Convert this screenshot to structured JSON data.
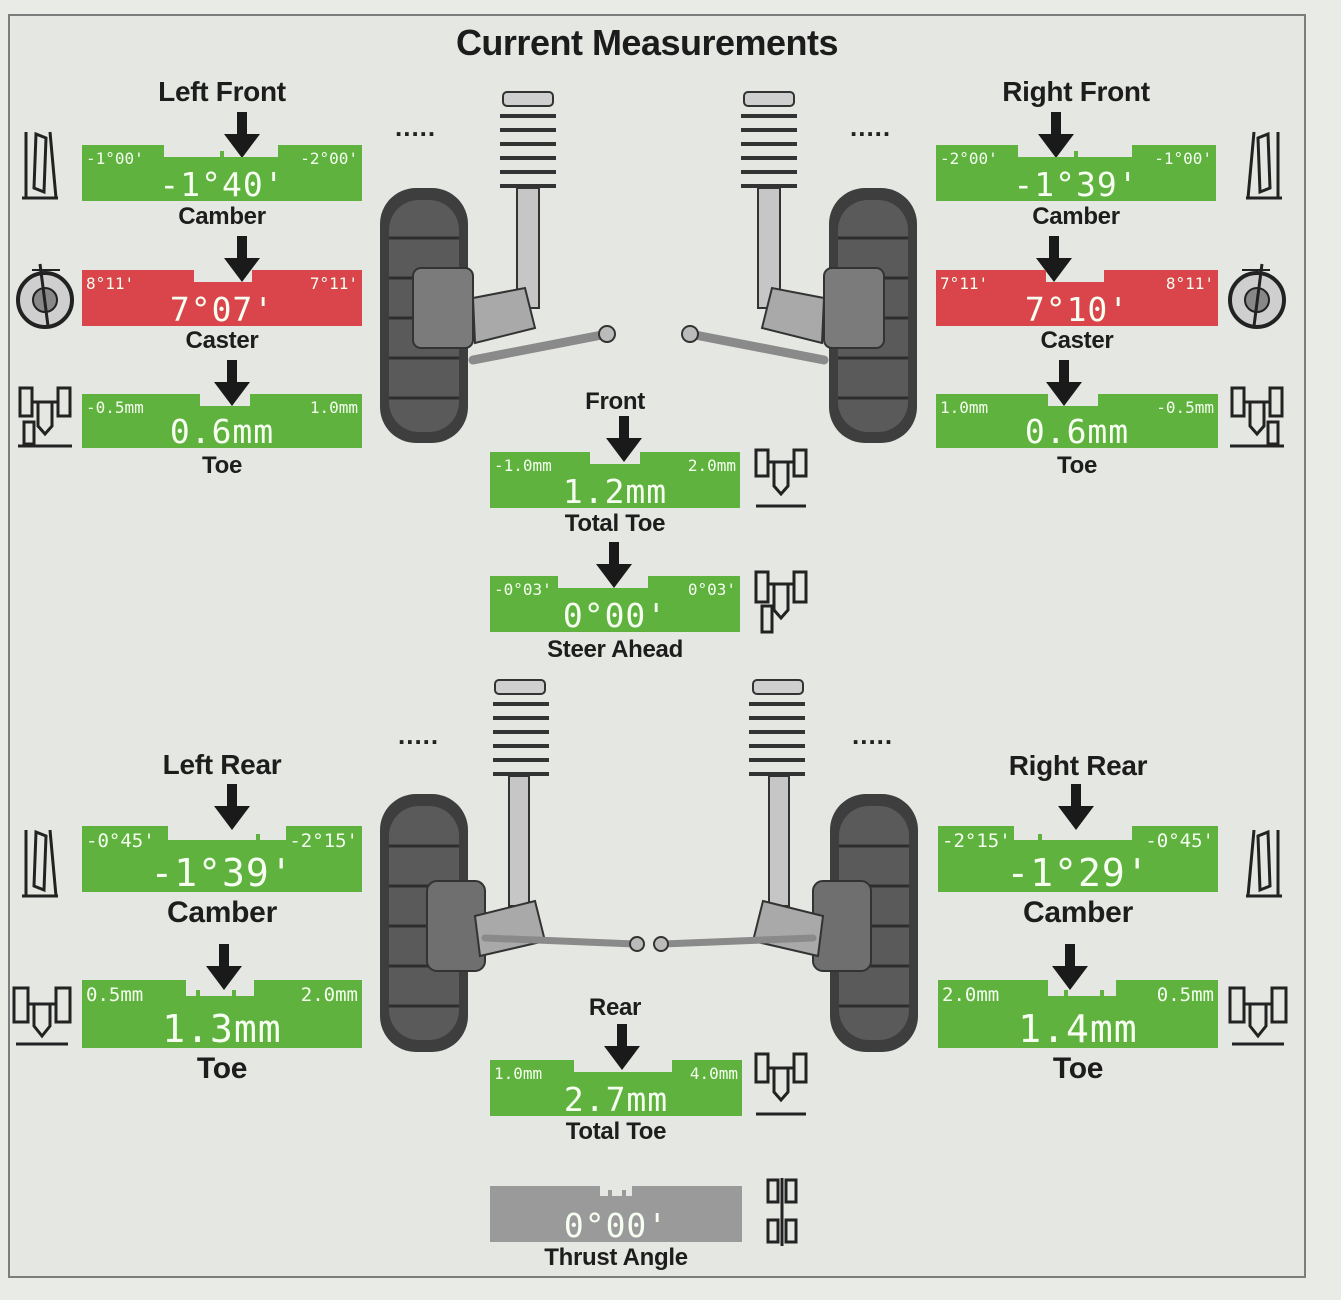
{
  "title": "Current Measurements",
  "colors": {
    "ok": "#5fb23d",
    "bad": "#d9454a",
    "neutral": "#9a9a9a",
    "arrow": "#1a1a1a"
  },
  "groups": {
    "left_front": "Left Front",
    "right_front": "Right Front",
    "front": "Front",
    "left_rear": "Left Rear",
    "right_rear": "Right Rear",
    "rear": "Rear"
  },
  "separator": ".....",
  "gauges": {
    "lf_camber": {
      "label": "Camber",
      "min": "-1°00'",
      "max": "-2°00'",
      "value": "-1°40'",
      "status": "ok"
    },
    "lf_caster": {
      "label": "Caster",
      "min": "8°11'",
      "max": "7°11'",
      "value": "7°07'",
      "status": "bad"
    },
    "lf_toe": {
      "label": "Toe",
      "min": "-0.5mm",
      "max": "1.0mm",
      "value": "0.6mm",
      "status": "ok"
    },
    "rf_camber": {
      "label": "Camber",
      "min": "-2°00'",
      "max": "-1°00'",
      "value": "-1°39'",
      "status": "ok"
    },
    "rf_caster": {
      "label": "Caster",
      "min": "7°11'",
      "max": "8°11'",
      "value": "7°10'",
      "status": "bad"
    },
    "rf_toe": {
      "label": "Toe",
      "min": "1.0mm",
      "max": "-0.5mm",
      "value": "0.6mm",
      "status": "ok"
    },
    "front_total_toe": {
      "label": "Total Toe",
      "min": "-1.0mm",
      "max": "2.0mm",
      "value": "1.2mm",
      "status": "ok"
    },
    "steer_ahead": {
      "label": "Steer Ahead",
      "min": "-0°03'",
      "max": "0°03'",
      "value": "0°00'",
      "status": "ok"
    },
    "lr_camber": {
      "label": "Camber",
      "min": "-0°45'",
      "max": "-2°15'",
      "value": "-1°39'",
      "status": "ok"
    },
    "lr_toe": {
      "label": "Toe",
      "min": "0.5mm",
      "max": "2.0mm",
      "value": "1.3mm",
      "status": "ok"
    },
    "rr_camber": {
      "label": "Camber",
      "min": "-2°15'",
      "max": "-0°45'",
      "value": "-1°29'",
      "status": "ok"
    },
    "rr_toe": {
      "label": "Toe",
      "min": "2.0mm",
      "max": "0.5mm",
      "value": "1.4mm",
      "status": "ok"
    },
    "rear_total_toe": {
      "label": "Total Toe",
      "min": "1.0mm",
      "max": "4.0mm",
      "value": "2.7mm",
      "status": "ok"
    },
    "thrust_angle": {
      "label": "Thrust Angle",
      "min": "",
      "max": "",
      "value": "0°00'",
      "status": "neutral"
    }
  }
}
